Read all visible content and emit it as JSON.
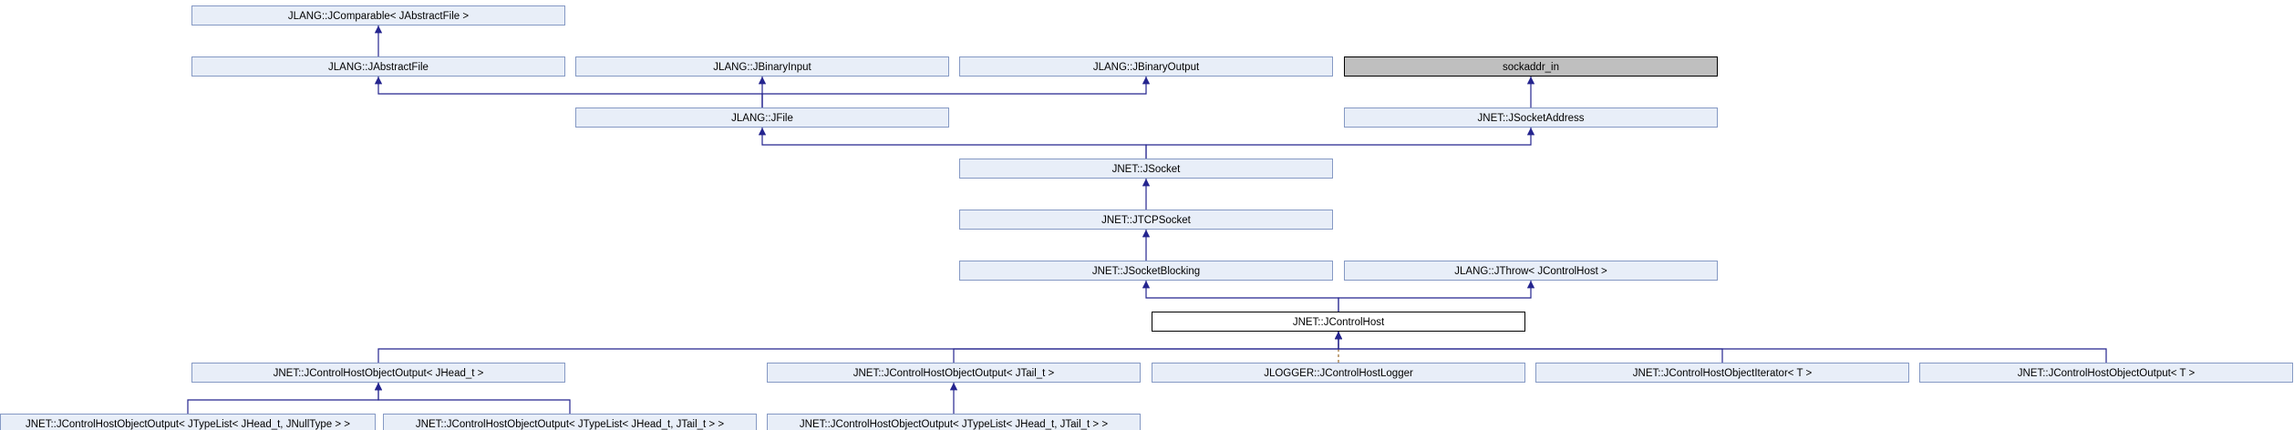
{
  "colors": {
    "node_fill": "#e8eef8",
    "node_stroke": "#8599c4",
    "focus_fill": "#ffffff",
    "focus_stroke": "#000000",
    "external_fill": "#bfbfbf",
    "external_stroke": "#000000",
    "edge": "#25258f",
    "dependency_edge": "#9a6a2a"
  },
  "nodes": [
    {
      "id": "jcomparable",
      "label": "JLANG::JComparable< JAbstractFile >"
    },
    {
      "id": "jabstractfile",
      "label": "JLANG::JAbstractFile"
    },
    {
      "id": "jbinaryinput",
      "label": "JLANG::JBinaryInput"
    },
    {
      "id": "jbinaryoutput",
      "label": "JLANG::JBinaryOutput"
    },
    {
      "id": "sockaddr_in",
      "label": "sockaddr_in",
      "style": "external"
    },
    {
      "id": "jfile",
      "label": "JLANG::JFile"
    },
    {
      "id": "jsocketaddress",
      "label": "JNET::JSocketAddress"
    },
    {
      "id": "jsocket",
      "label": "JNET::JSocket"
    },
    {
      "id": "jtcpsocket",
      "label": "JNET::JTCPSocket"
    },
    {
      "id": "jsocketblocking",
      "label": "JNET::JSocketBlocking"
    },
    {
      "id": "jthrow",
      "label": "JLANG::JThrow< JControlHost >"
    },
    {
      "id": "jcontrolhost",
      "label": "JNET::JControlHost",
      "style": "focus"
    },
    {
      "id": "ohead",
      "label": "JNET::JControlHostObjectOutput< JHead_t >"
    },
    {
      "id": "otail",
      "label": "JNET::JControlHostObjectOutput< JTail_t >"
    },
    {
      "id": "jlogger",
      "label": "JLOGGER::JControlHostLogger"
    },
    {
      "id": "jiterator",
      "label": "JNET::JControlHostObjectIterator< T >"
    },
    {
      "id": "ot",
      "label": "JNET::JControlHostObjectOutput< T >"
    },
    {
      "id": "onull",
      "label": "JNET::JControlHostObjectOutput< JTypeList< JHead_t, JNullType > >"
    },
    {
      "id": "olist1",
      "label": "JNET::JControlHostObjectOutput< JTypeList< JHead_t, JTail_t > >"
    },
    {
      "id": "olist2",
      "label": "JNET::JControlHostObjectOutput< JTypeList< JHead_t, JTail_t > >"
    }
  ],
  "edges": [
    {
      "from": "jabstractfile",
      "to": "jcomparable"
    },
    {
      "from": "jfile",
      "to": "jabstractfile"
    },
    {
      "from": "jfile",
      "to": "jbinaryinput"
    },
    {
      "from": "jfile",
      "to": "jbinaryoutput"
    },
    {
      "from": "jsocketaddress",
      "to": "sockaddr_in"
    },
    {
      "from": "jsocket",
      "to": "jfile"
    },
    {
      "from": "jsocket",
      "to": "jsocketaddress"
    },
    {
      "from": "jtcpsocket",
      "to": "jsocket"
    },
    {
      "from": "jsocketblocking",
      "to": "jtcpsocket"
    },
    {
      "from": "jcontrolhost",
      "to": "jsocketblocking"
    },
    {
      "from": "jcontrolhost",
      "to": "jthrow"
    },
    {
      "from": "ohead",
      "to": "jcontrolhost"
    },
    {
      "from": "otail",
      "to": "jcontrolhost"
    },
    {
      "from": "jlogger",
      "to": "jcontrolhost",
      "style": "dashed"
    },
    {
      "from": "jiterator",
      "to": "jcontrolhost"
    },
    {
      "from": "ot",
      "to": "jcontrolhost"
    },
    {
      "from": "onull",
      "to": "ohead"
    },
    {
      "from": "olist1",
      "to": "ohead"
    },
    {
      "from": "olist2",
      "to": "otail"
    }
  ]
}
